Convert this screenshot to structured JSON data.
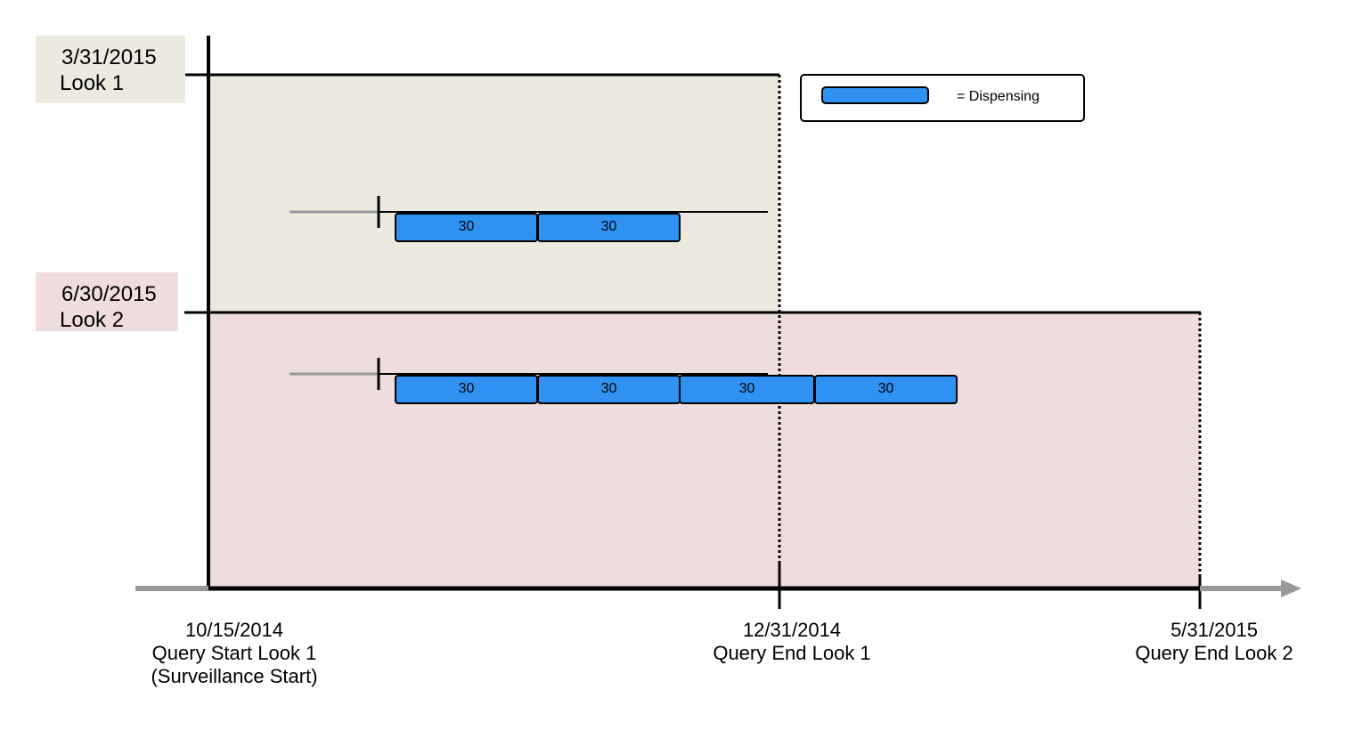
{
  "looks": [
    {
      "date": "3/31/2015",
      "label": "Look 1",
      "bg_color": "#ece9df"
    },
    {
      "date": "6/30/2015",
      "label": "Look 2",
      "bg_color": "#efdcdc"
    }
  ],
  "legend": {
    "label": "= Dispensing",
    "swatch_color": "#2f92f2"
  },
  "dispensings_look1": [
    "30",
    "30"
  ],
  "dispensings_look2": [
    "30",
    "30",
    "30",
    "30"
  ],
  "axis_marks": [
    {
      "date": "10/15/2014",
      "line1": "Query Start Look 1",
      "line2": "(Surveillance Start)"
    },
    {
      "date": "12/31/2014",
      "line1": "Query End Look 1",
      "line2": ""
    },
    {
      "date": "5/31/2015",
      "line1": "Query End Look 2",
      "line2": ""
    }
  ]
}
